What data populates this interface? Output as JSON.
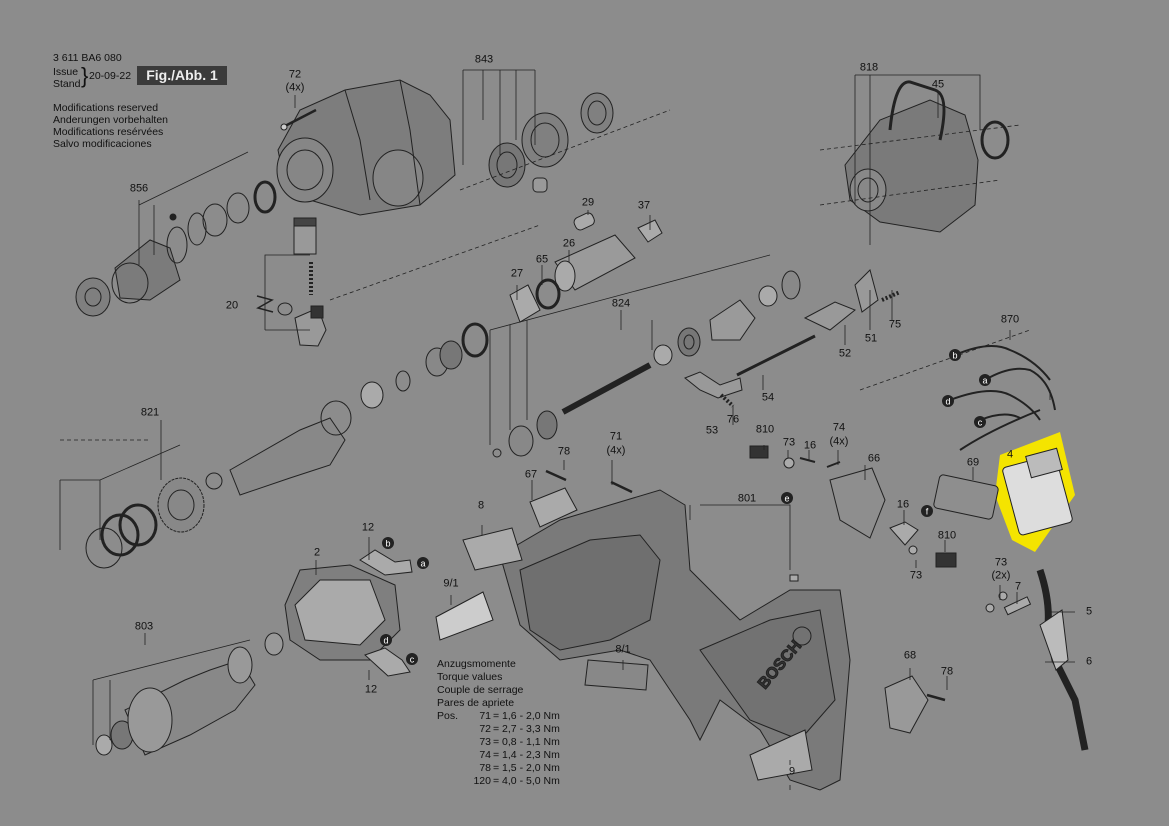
{
  "header": {
    "part_number": "3 611 BA6 080",
    "issue_label": "Issue",
    "stand_label": "Stand",
    "date": "20-09-22",
    "figure": "Fig./Abb. 1",
    "notes": [
      "Modifications reserved",
      "Anderungen vorbehalten",
      "Modifications resérvées",
      "Salvo modificaciones"
    ]
  },
  "torque": {
    "headings": [
      "Anzugsmomente",
      "Torque values",
      "Couple de serrage",
      "Pares de apriete"
    ],
    "pos_label": "Pos.",
    "rows": [
      {
        "pos": "71",
        "value": "= 1,6 - 2,0 Nm"
      },
      {
        "pos": "72",
        "value": "= 2,7 - 3,3 Nm"
      },
      {
        "pos": "73",
        "value": "= 0,8 - 1,1 Nm"
      },
      {
        "pos": "74",
        "value": "= 1,4 - 2,3 Nm"
      },
      {
        "pos": "78",
        "value": "= 1,5 - 2,0 Nm"
      },
      {
        "pos": "120",
        "value": "= 4,0 - 5,0 Nm"
      }
    ]
  },
  "parts": {
    "p72a": "72",
    "p72b": "(4x)",
    "p843": "843",
    "p856": "856",
    "p20": "20",
    "p29": "29",
    "p37": "37",
    "p26": "26",
    "p65": "65",
    "p27": "27",
    "p818": "818",
    "p45": "45",
    "p824": "824",
    "p821": "821",
    "p51": "51",
    "p52": "52",
    "p75": "75",
    "p54": "54",
    "p53": "53",
    "p76": "76",
    "p870": "870",
    "p810a": "810",
    "p73a": "73",
    "p16a": "16",
    "p74a": "74",
    "p74b": "(4x)",
    "p66": "66",
    "p69": "69",
    "p4": "4",
    "p71a": "71",
    "p71b": "(4x)",
    "p78a": "78",
    "p67": "67",
    "p801": "801",
    "p8": "8",
    "p9_1": "9/1",
    "p8_1": "8/1",
    "p9": "9",
    "p12a": "12",
    "p12b": "12",
    "p2": "2",
    "p803": "803",
    "p16b": "16",
    "p810b": "810",
    "p73b": "73",
    "p73c": "73",
    "p73d": "(2x)",
    "p7": "7",
    "p5": "5",
    "p6": "6",
    "p68": "68",
    "p78b": "78"
  },
  "wire_markers": [
    "a",
    "b",
    "c",
    "d",
    "e",
    "f"
  ],
  "brand": "BOSCH",
  "colors": {
    "background": "#8c8c8c",
    "highlight": "#f4e400",
    "ink": "#111111"
  }
}
